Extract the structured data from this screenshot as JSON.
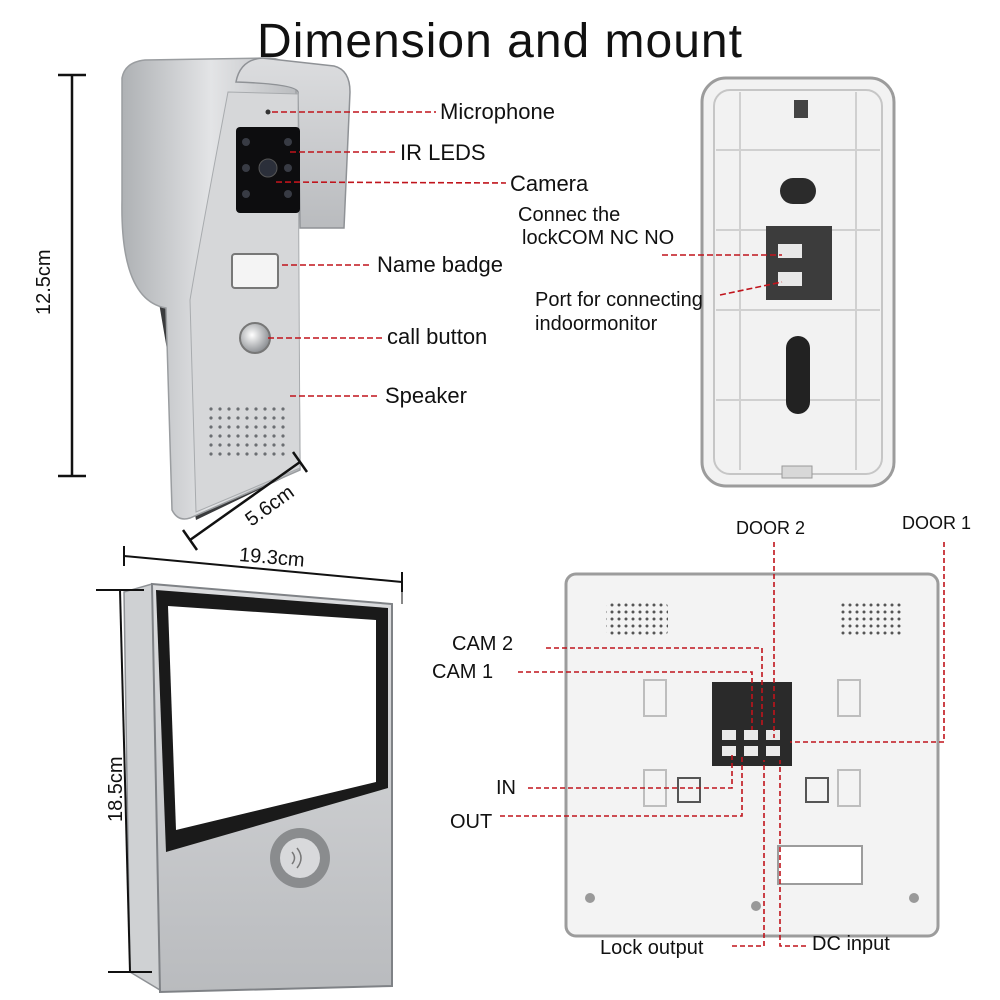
{
  "title": "Dimension and mount",
  "dimensions": {
    "doorbell_height": "12.5cm",
    "doorbell_depth": "5.6cm",
    "monitor_width": "19.3cm",
    "monitor_height": "18.5cm"
  },
  "doorbell_callouts": {
    "microphone": "Microphone",
    "ir_leds": "IR LEDS",
    "camera": "Camera",
    "name_badge": "Name badge",
    "call_button": "call button",
    "speaker": "Speaker"
  },
  "bracket_callouts": {
    "lock_line1": "Connec the",
    "lock_line2": "lockCOM NC NO",
    "port_line1": "Port for connecting",
    "port_line2": "indoormonitor"
  },
  "monitor_back_callouts": {
    "door2": "DOOR 2",
    "door1": "DOOR 1",
    "cam2": "CAM 2",
    "cam1": "CAM 1",
    "in": "IN",
    "out": "OUT",
    "lock_output": "Lock output",
    "dc_input": "DC input"
  },
  "colors": {
    "callout_line": "#c0141c",
    "housing_silver": "#c9cbcd",
    "bracket_white": "#f2f2f2",
    "screen_black": "#1a1a1a"
  }
}
